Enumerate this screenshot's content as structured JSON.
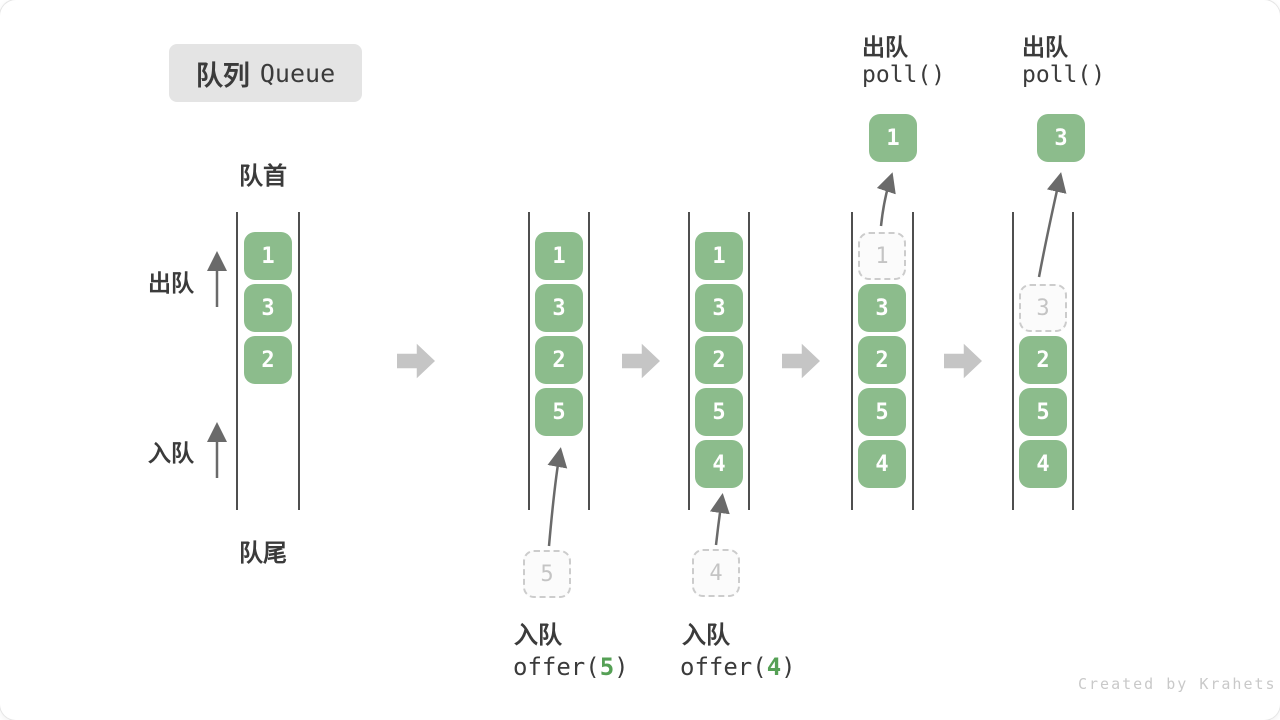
{
  "badge": {
    "zh": "队列",
    "en": "Queue"
  },
  "labels": {
    "front": "队首",
    "rear": "队尾",
    "dequeue": "出队",
    "enqueue": "入队"
  },
  "queues": [
    {
      "boxes": [
        "1",
        "3",
        "2"
      ]
    },
    {
      "boxes": [
        "1",
        "3",
        "2",
        "5"
      ]
    },
    {
      "boxes": [
        "1",
        "3",
        "2",
        "5",
        "4"
      ]
    },
    {
      "ghost": "1",
      "boxes": [
        "3",
        "2",
        "5",
        "4"
      ]
    },
    {
      "ghost": "3",
      "boxes": [
        "2",
        "5",
        "4"
      ]
    }
  ],
  "operations": {
    "enqueue5": {
      "label": "入队",
      "fn": "offer(",
      "arg": "5",
      "close": ")",
      "pending": "5"
    },
    "enqueue4": {
      "label": "入队",
      "fn": "offer(",
      "arg": "4",
      "close": ")",
      "pending": "4"
    },
    "poll1": {
      "label": "出队",
      "code": "poll()",
      "result": "1"
    },
    "poll3": {
      "label": "出队",
      "code": "poll()",
      "result": "3"
    }
  },
  "watermark": "Created by Krahets",
  "colors": {
    "box_green": "#8CBC8C",
    "accent_green": "#55A055",
    "arrow_gray": "#C5C5C5",
    "line_gray": "#4F4F4F",
    "text_dark": "#3B3B3B",
    "ghost_border": "#CCCCCC",
    "ghost_text": "#C4C4C4",
    "badge_bg": "#E4E4E4",
    "watermark": "#C9C9C9"
  }
}
